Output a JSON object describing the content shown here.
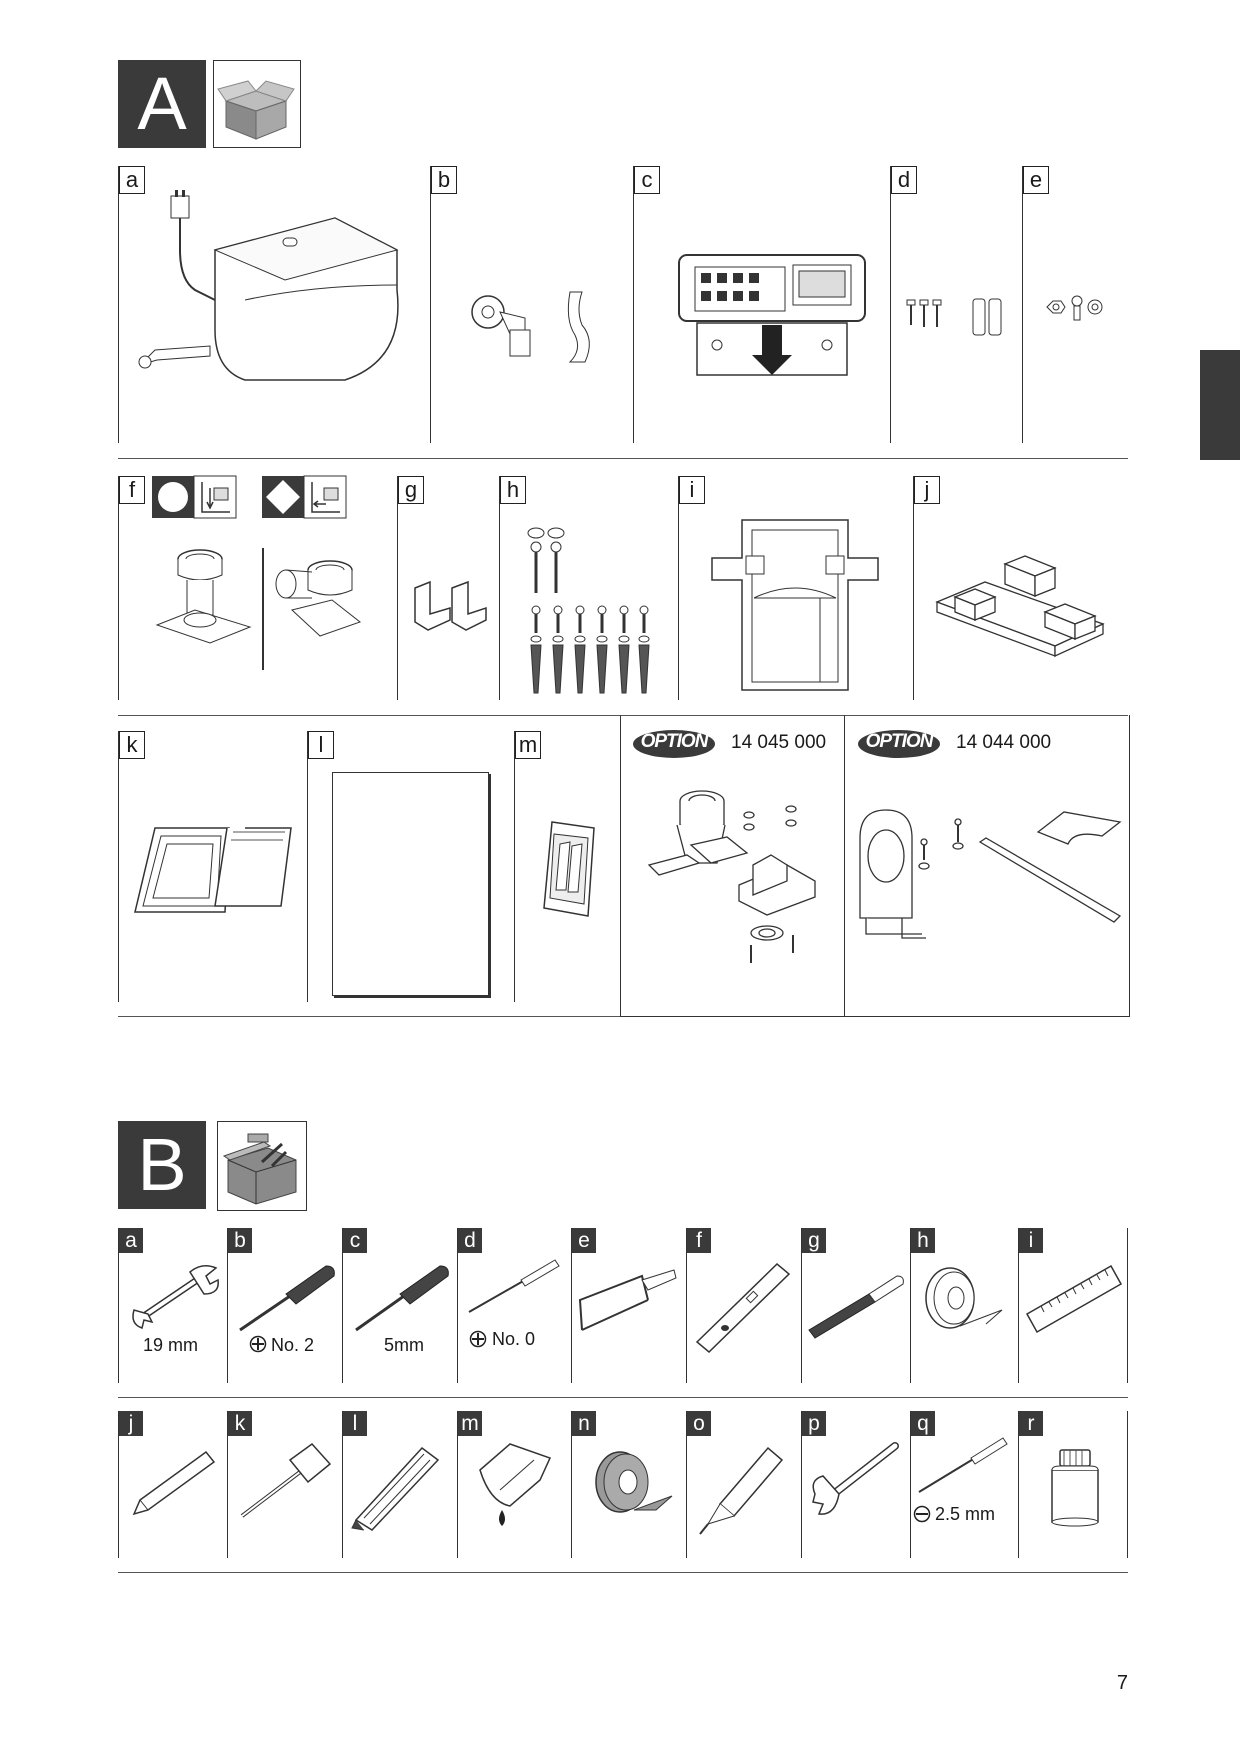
{
  "sectionA": {
    "letter": "A",
    "icon": "package-box-icon",
    "items": [
      {
        "label": "a"
      },
      {
        "label": "b"
      },
      {
        "label": "c"
      },
      {
        "label": "d"
      },
      {
        "label": "e"
      },
      {
        "label": "f"
      },
      {
        "label": "g"
      },
      {
        "label": "h"
      },
      {
        "label": "i"
      },
      {
        "label": "j"
      },
      {
        "label": "k"
      },
      {
        "label": "l"
      },
      {
        "label": "m"
      }
    ],
    "options": [
      {
        "badge": "OPTION",
        "code": "14 045 000"
      },
      {
        "badge": "OPTION",
        "code": "14 044 000"
      }
    ]
  },
  "sectionB": {
    "letter": "B",
    "icon": "toolbox-icon",
    "tools": [
      {
        "label": "a",
        "caption": "19 mm",
        "icon": "open-end-wrench-icon"
      },
      {
        "label": "b",
        "caption": "No. 2",
        "icon": "phillips-screwdriver-icon"
      },
      {
        "label": "c",
        "caption": "5mm",
        "icon": "flat-screwdriver-icon"
      },
      {
        "label": "d",
        "caption": "No. 0",
        "icon": "precision-screwdriver-icon"
      },
      {
        "label": "e",
        "caption": "",
        "icon": "hacksaw-icon"
      },
      {
        "label": "f",
        "caption": "",
        "icon": "spirit-level-icon"
      },
      {
        "label": "g",
        "caption": "",
        "icon": "file-icon"
      },
      {
        "label": "h",
        "caption": "",
        "icon": "ptfe-tape-icon"
      },
      {
        "label": "i",
        "caption": "",
        "icon": "ruler-icon"
      },
      {
        "label": "j",
        "caption": "",
        "icon": "pencil-icon"
      },
      {
        "label": "k",
        "caption": "",
        "icon": "mallet-icon"
      },
      {
        "label": "l",
        "caption": "",
        "icon": "utility-knife-icon"
      },
      {
        "label": "m",
        "caption": "",
        "icon": "lubricant-icon"
      },
      {
        "label": "n",
        "caption": "",
        "icon": "insulating-tape-icon"
      },
      {
        "label": "o",
        "caption": "",
        "icon": "silicone-cartridge-icon"
      },
      {
        "label": "p",
        "caption": "",
        "icon": "adjustable-wrench-icon"
      },
      {
        "label": "q",
        "caption": "2.5 mm",
        "icon": "slotted-precision-screwdriver-icon"
      },
      {
        "label": "r",
        "caption": "",
        "icon": "adhesive-jar-icon"
      }
    ]
  },
  "page": {
    "number": "7"
  }
}
